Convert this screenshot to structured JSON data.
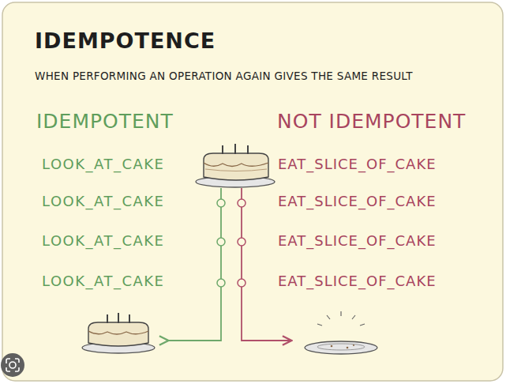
{
  "diagram": {
    "title": "IDEMPOTENCE",
    "labels": [
      "WHEN PERFORMING AN OPERATION AGAIN GIVES THE SAME RESULT",
      "IDEMPOTENT",
      "NOT IDEMPOTENT",
      "LOOK_AT_CAKE",
      "EAT_SLICE_OF_CAKE",
      "LOOK_AT_CAKE",
      "EAT_SLICE_OF_CAKE",
      "LOOK_AT_CAKE",
      "EAT_SLICE_OF_CAKE",
      "LOOK_AT_CAKE",
      "EAT_SLICE_OF_CAKE"
    ]
  }
}
